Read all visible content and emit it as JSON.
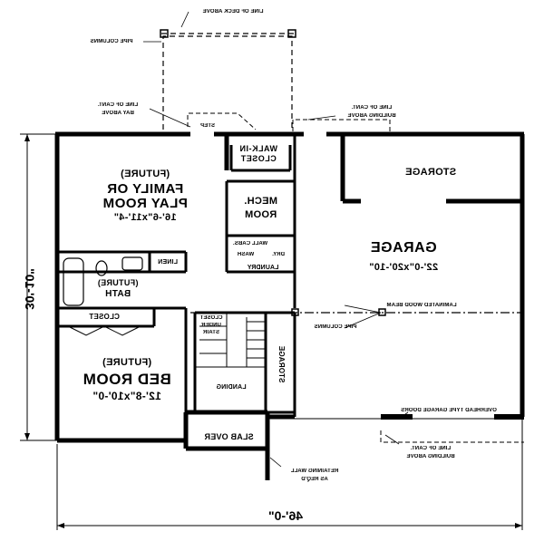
{
  "rooms": {
    "family": {
      "line1": "(FUTURE)",
      "line2": "FAMILY OR",
      "line3": "PLAY ROOM",
      "size": "16'-6\"x11'-4\""
    },
    "bedroom": {
      "line1": "(FUTURE)",
      "line2": "BED ROOM",
      "size": "12'-8\"x10'-0\""
    },
    "bath": {
      "line1": "(FUTURE)",
      "line2": "BATH"
    },
    "garage": {
      "name": "GARAGE",
      "size": "22'-0\"x20'-10\""
    },
    "storage_top": "STORAGE",
    "storage_side": "STORAGE",
    "mech": {
      "line1": "MECH.",
      "line2": "ROOM"
    },
    "walkin": {
      "line1": "WALK-IN",
      "line2": "CLOSET"
    },
    "closet": "CLOSET",
    "linen": "LINEN",
    "laundry": "LAUNDRY",
    "wall_cabs": "WALL CABS.",
    "dry": "DRY.",
    "wash": "WASH",
    "closet_under_stair": {
      "line1": "CLOSET",
      "line2": "UNDER",
      "line3": "STAIR"
    },
    "landing": "LANDING",
    "slab_over": "SLAB OVER",
    "step": "STEP"
  },
  "notes": {
    "deck": "LINE OF DECK ABOVE",
    "pipe_columns_top": "PIPE COLUMNS",
    "cant_bay": {
      "line1": "LINE OF CANT.",
      "line2": "BAY ABOVE"
    },
    "cant_building_top": {
      "line1": "LINE OF CANT.",
      "line2": "BUILDING ABOVE"
    },
    "beam": "LAMINATED WOOD BEAM",
    "pipe_columns_mid": "PIPE COLUMNS",
    "garage_doors": "OVERHEAD TYPE GARAGE DOORS",
    "cant_building_bottom": {
      "line1": "LINE OF CANT.",
      "line2": "BUILDING ABOVE"
    },
    "retaining": {
      "line1": "RETAINING WALL",
      "line2": "AS REQ'D"
    }
  },
  "dimensions": {
    "width": "46'-0\"",
    "depth": "30'-10\""
  },
  "icons": [
    "bathtub-icon",
    "toilet-icon",
    "sink-icon",
    "stair-icon",
    "pipe-column-icon"
  ]
}
